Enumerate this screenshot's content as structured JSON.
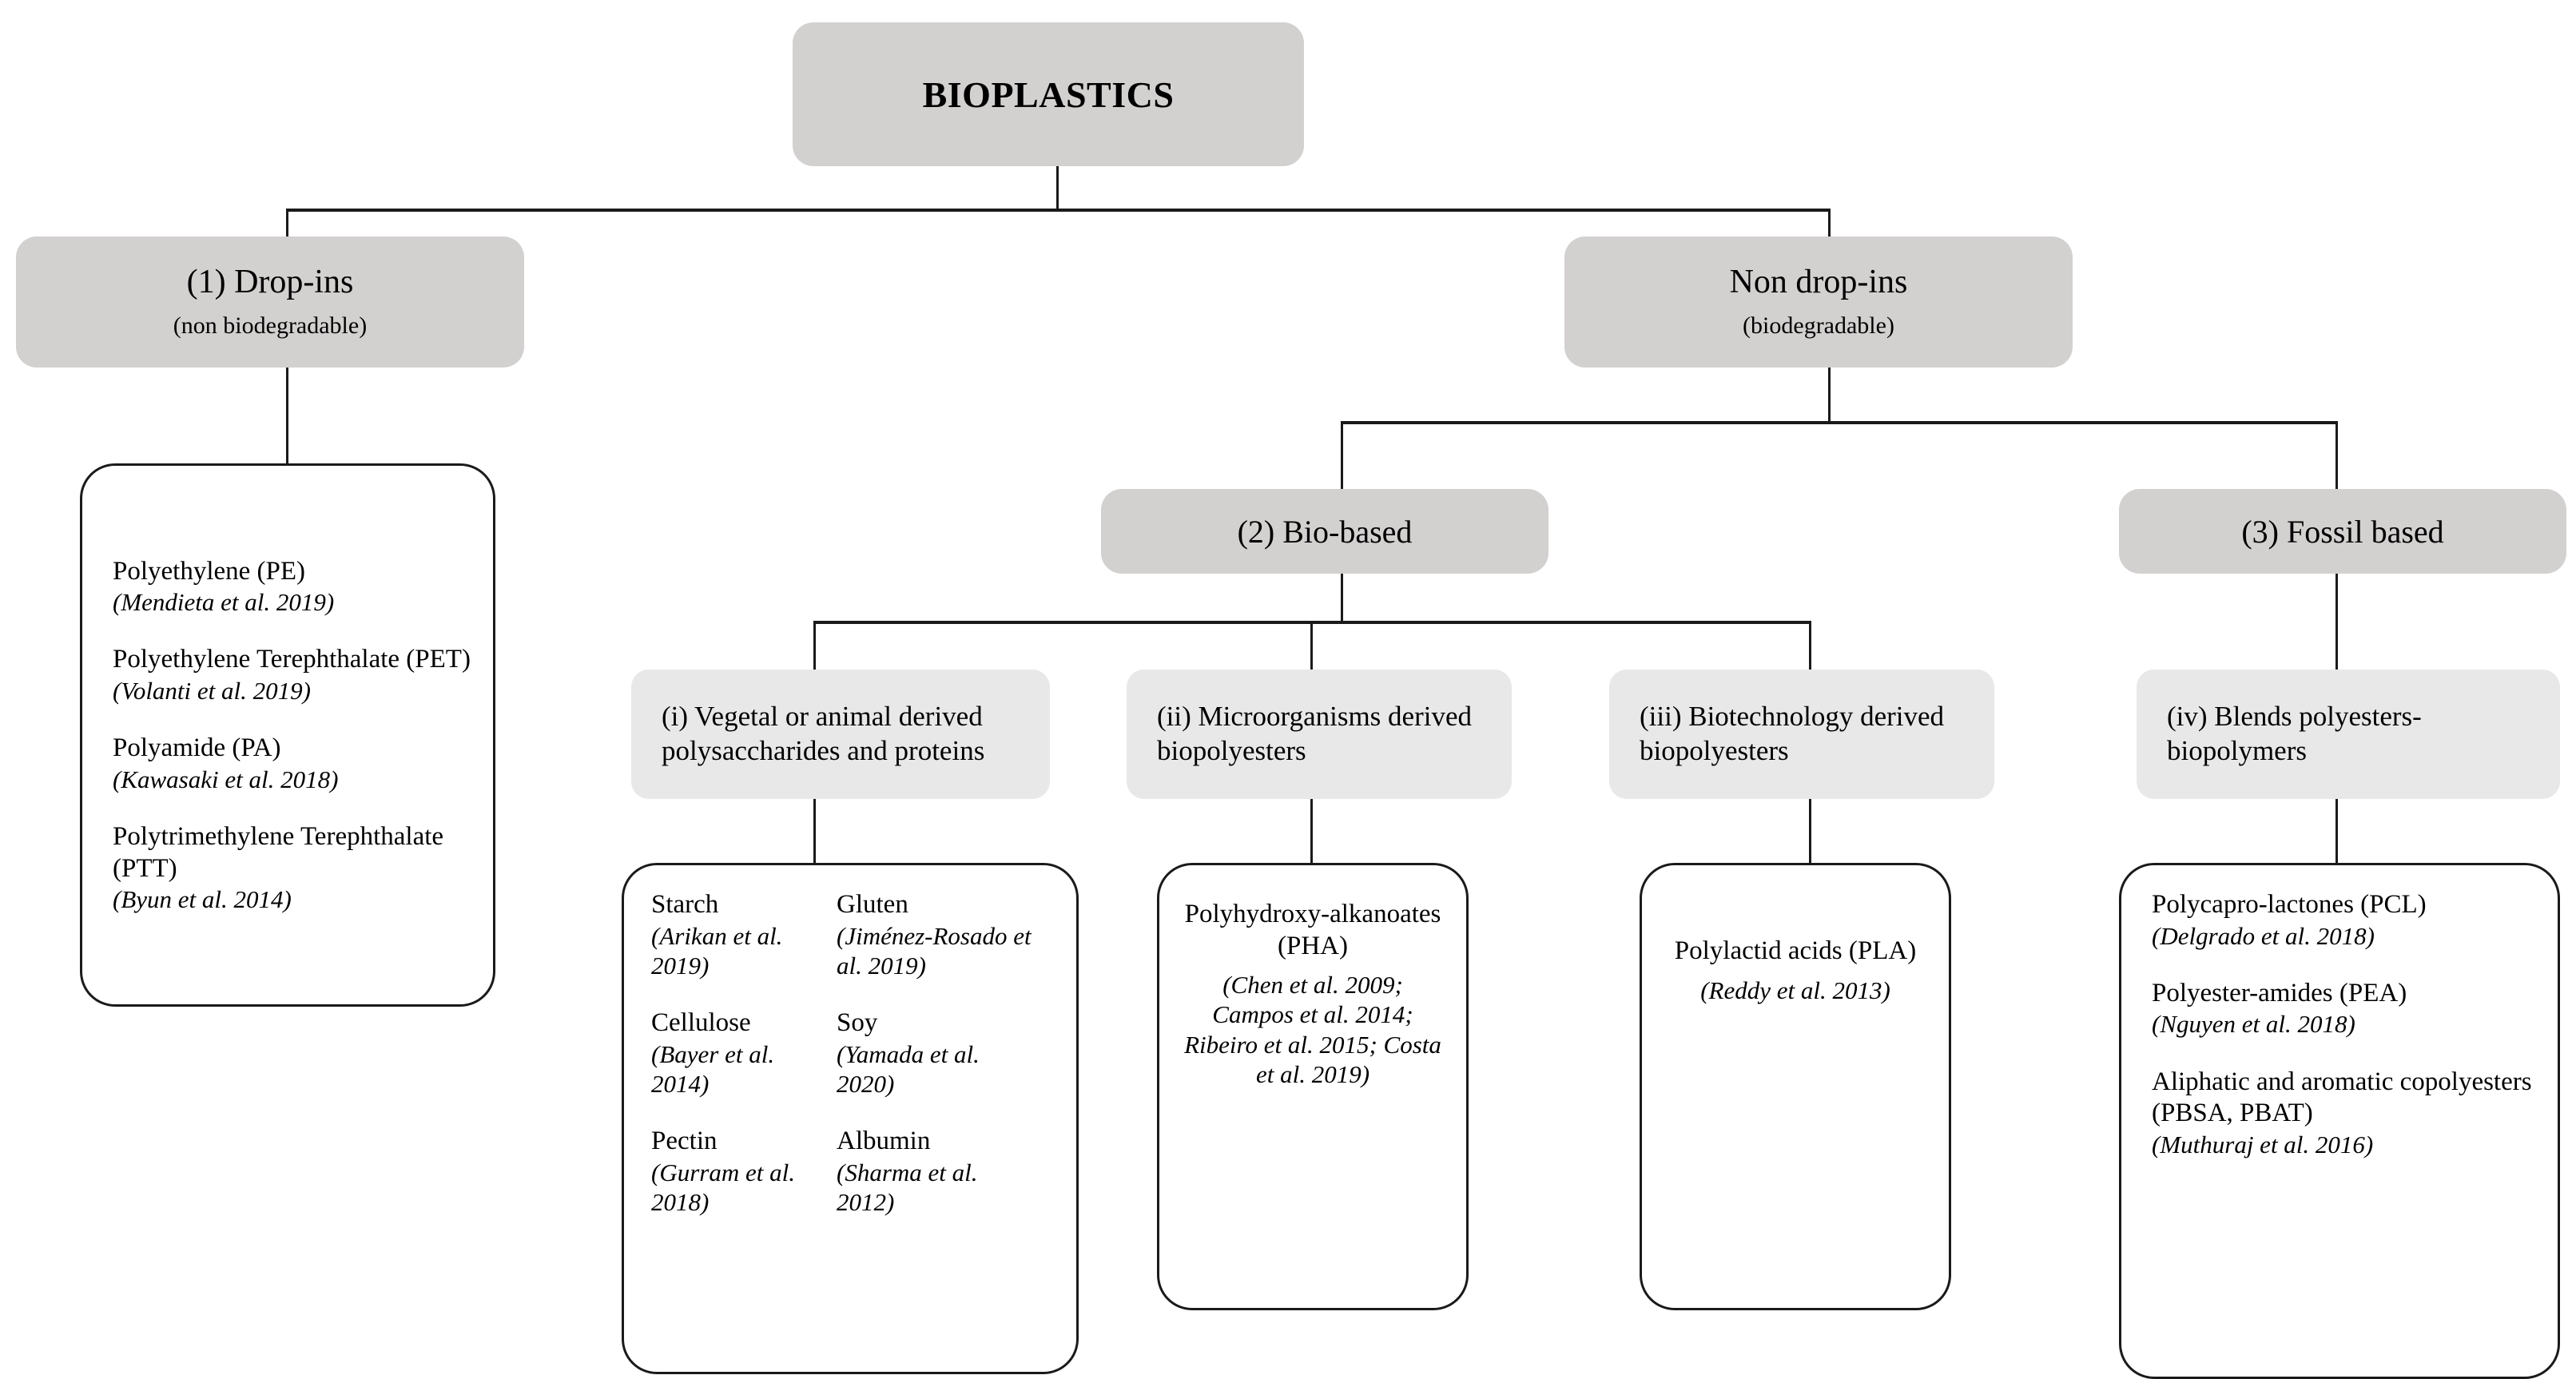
{
  "diagram": {
    "title": "BIOPLASTICS",
    "level2": [
      {
        "main": "(1)  Drop-ins",
        "sub": "(non biodegradable)"
      },
      {
        "main": "Non drop-ins",
        "sub": "(biodegradable)"
      }
    ],
    "level3": [
      {
        "label": "(2) Bio-based"
      },
      {
        "label": "(3) Fossil based"
      }
    ],
    "categories": [
      {
        "label": "(i) Vegetal or animal derived polysaccharides and proteins"
      },
      {
        "label": "(ii) Microorganisms derived biopolyesters"
      },
      {
        "label": "(iii)  Biotechnology derived biopolyesters"
      },
      {
        "label": "(iv) Blends polyesters-biopolymers"
      }
    ],
    "dropins_items": [
      {
        "name": "Polyethylene (PE)",
        "ref": "(Mendieta et al. 2019)"
      },
      {
        "name": "Polyethylene Terephthalate (PET)",
        "ref": "(Volanti et al. 2019)"
      },
      {
        "name": "Polyamide (PA)",
        "ref": "(Kawasaki et al. 2018)"
      },
      {
        "name": "Polytrimethylene Terephthalate (PTT)",
        "ref": "(Byun et al. 2014)"
      }
    ],
    "polysaccharide_col_a": [
      {
        "name": "Starch",
        "ref": "(Arikan et al. 2019)"
      },
      {
        "name": "Cellulose",
        "ref": "(Bayer et al. 2014)"
      },
      {
        "name": "Pectin",
        "ref": "(Gurram et al. 2018)"
      }
    ],
    "polysaccharide_col_b": [
      {
        "name": "Gluten",
        "ref": "(Jiménez-Rosado et al. 2019)"
      },
      {
        "name": "Soy",
        "ref": "(Yamada et al. 2020)"
      },
      {
        "name": "Albumin",
        "ref": "(Sharma et al. 2012)"
      }
    ],
    "pha": {
      "name": "Polyhydroxy-alkanoates (PHA)",
      "ref": "(Chen et al. 2009; Campos et al. 2014; Ribeiro et al. 2015; Costa et al. 2019)"
    },
    "pla": {
      "name": "Polylactid acids (PLA)",
      "ref": "(Reddy et al. 2013)"
    },
    "fossil_items": [
      {
        "name": "Polycapro-lactones (PCL)",
        "ref": "(Delgrado et al. 2018)"
      },
      {
        "name": "Polyester-amides (PEA)",
        "ref": "(Nguyen et al. 2018)"
      },
      {
        "name": "Aliphatic and aromatic copolyesters (PBSA, PBAT)",
        "ref": "(Muthuraj et al. 2016)"
      }
    ],
    "colors": {
      "shade_dark": "#d3d0d0",
      "shade_light": "#e8e8e8",
      "line": "#1a1a1a",
      "background": "#ffffff"
    }
  }
}
